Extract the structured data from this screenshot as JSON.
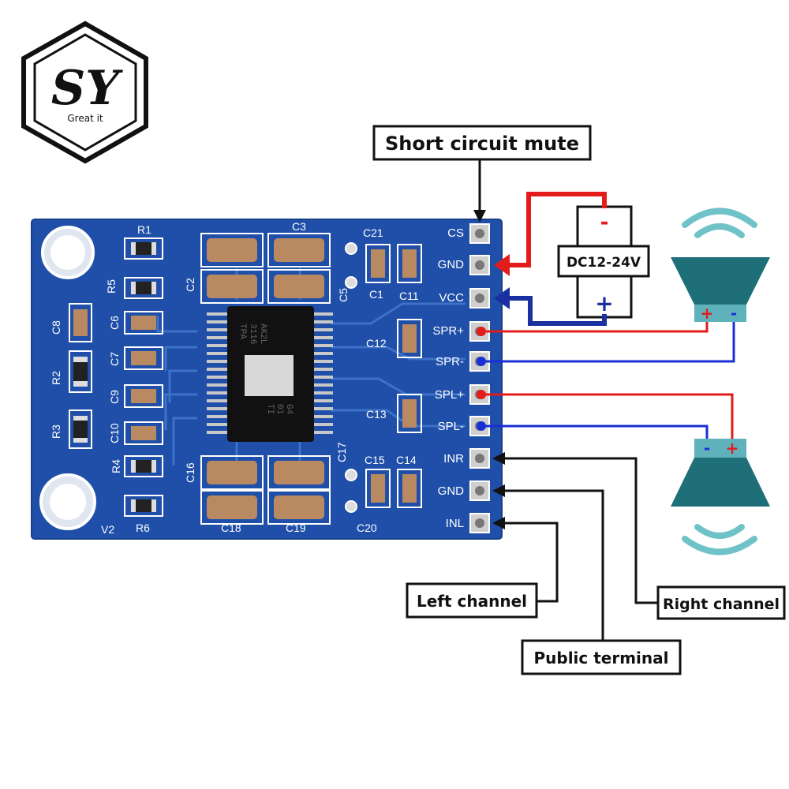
{
  "logo": {
    "letters": "SY",
    "tagline": "Great it"
  },
  "labels": {
    "short_circuit_mute": "Short circuit mute",
    "dc_supply": "DC12-24V",
    "left_channel": "Left channel",
    "right_channel": "Right channel",
    "public_terminal": "Public terminal"
  },
  "supply_polarity": {
    "minus": "-",
    "plus": "+"
  },
  "speaker_polarity": {
    "plus": "+",
    "minus": "-"
  },
  "pins": [
    "CS",
    "GND",
    "VCC",
    "SPR+",
    "SPR-",
    "SPL+",
    "SPL-",
    "INR",
    "GND",
    "INL"
  ],
  "chip_text": [
    "TPA",
    "3116",
    "AK2L",
    "TI",
    "01",
    "G4"
  ],
  "silkscreen": [
    "R1",
    "R5",
    "R2",
    "R3",
    "R4",
    "R6",
    "C8",
    "C6",
    "C7",
    "C9",
    "C10",
    "C2",
    "C1",
    "C3",
    "C21",
    "C5",
    "C11",
    "C12",
    "C13",
    "C16",
    "C17",
    "C15",
    "C14",
    "C18",
    "C19",
    "C20",
    "V2"
  ],
  "colors": {
    "board": "#1f4fa8",
    "positive": "#e31b1b",
    "negative": "#1a2fd6",
    "speaker": "#1f6f78"
  }
}
